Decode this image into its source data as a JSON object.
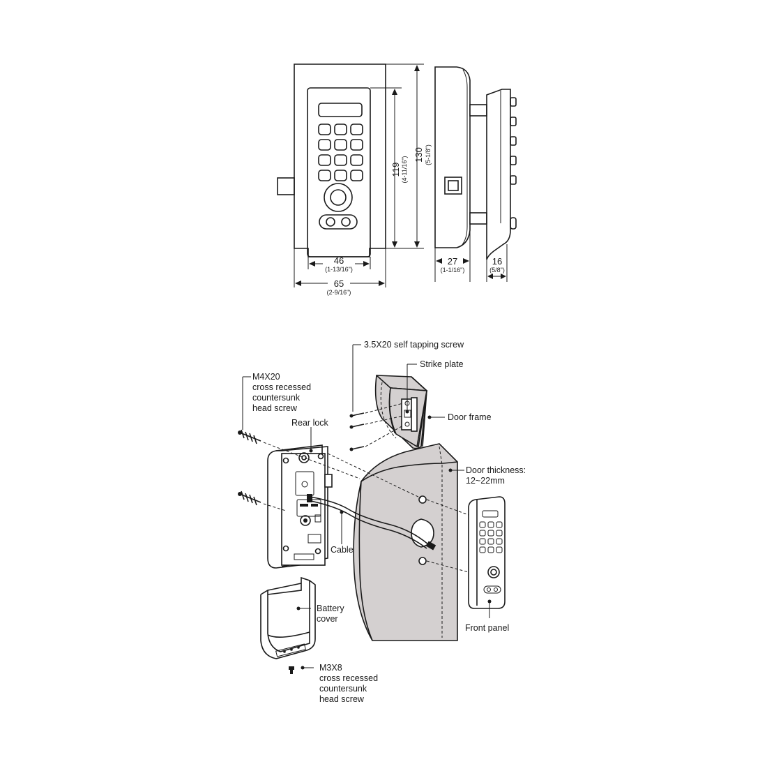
{
  "dimensions": {
    "front_height": {
      "value": "130",
      "imperial": "(5-1/8\")"
    },
    "keypad_height": {
      "value": "119",
      "imperial": "(4-11/16\")"
    },
    "keypad_width": {
      "value": "46",
      "imperial": "(1-13/16\")"
    },
    "body_width": {
      "value": "65",
      "imperial": "(2-9/16\")"
    },
    "side_depth": {
      "value": "27",
      "imperial": "(1-1/16\")"
    },
    "panel_depth": {
      "value": "16",
      "imperial": "(5/8\")"
    }
  },
  "callouts": {
    "tapping_screw": "3.5X20 self tapping screw",
    "strike_plate": "Strike plate",
    "door_frame": "Door frame",
    "m4_screw": [
      "M4X20",
      "cross recessed",
      "countersunk",
      "head screw"
    ],
    "rear_lock": "Rear lock",
    "door_thickness": [
      "Door thickness:",
      "12~22mm"
    ],
    "cable": "Cable",
    "battery_cover": [
      "Battery",
      "cover"
    ],
    "front_panel": "Front panel",
    "m3_screw": [
      "M3X8",
      "cross recessed",
      "countersunk",
      "head screw"
    ]
  }
}
